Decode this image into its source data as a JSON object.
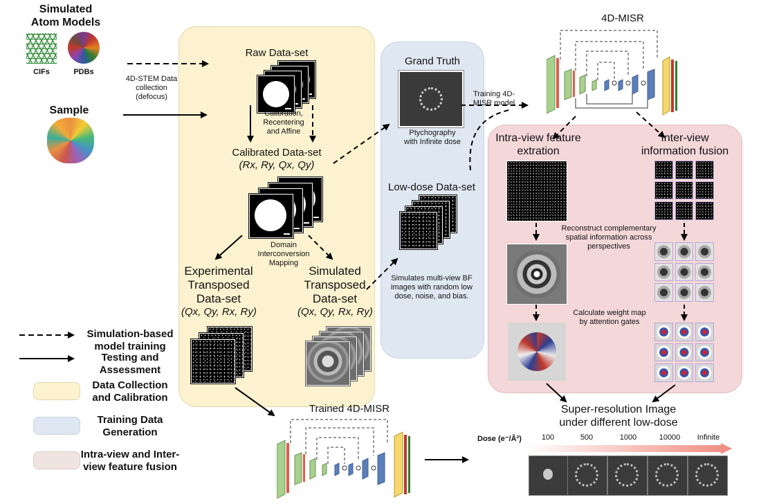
{
  "left": {
    "sim_title": "Simulated\nAtom Models",
    "cifs": "CIFs",
    "pdbs": "PDBs",
    "collection": "4D-STEM Data\ncollection\n(defocus)",
    "sample": "Sample"
  },
  "yellow": {
    "raw": "Raw Data-set",
    "calib_steps": "Calibration,\nRecentering\nand Affine",
    "calibrated": "Calibrated Data-set",
    "coords_rq": "(Rx, Ry, Qx, Qy)",
    "domain": "Domain\nInterconversion\nMapping",
    "experimental": "Experimental\nTransposed\nData-set",
    "simulated": "Simulated\nTransposed\nData-set",
    "coords_qr": "(Qx, Qy, Rx, Ry)"
  },
  "blue": {
    "grand_truth": "Grand Truth",
    "ptycho": "Ptychography\nwith Infinite dose",
    "lowdose": "Low-dose Data-set",
    "simulates": "Simulates multi-view BF\nimages with random low\ndose, noise, and bias."
  },
  "training_label": "Training 4D-\nMISR model",
  "top_net_title": "4D-MISR",
  "pink": {
    "intra": "Intra-view feature\nextration",
    "inter": "Inter-view\ninformation fusion",
    "reconstruct": "Reconstruct complementary\nspatial information across\nperspectives",
    "calc": "Calculate weight map\nby attention gates"
  },
  "super_res": "Super-resolution Image\nunder different low-dose",
  "trained_title": "Trained 4D-MISR",
  "dose": {
    "label": "Dose (e⁻/Å²)",
    "values": [
      "100",
      "500",
      "1000",
      "10000",
      "Infinite"
    ]
  },
  "legend": {
    "dashed": "Simulation-based\nmodel training",
    "solid": "Testing and\nAssessment",
    "yellow": "Data Collection\nand Calibration",
    "blue": "Training Data\nGeneration",
    "pink": "Intra-view and Inter-\nview feature fusion"
  },
  "colors": {
    "yellow_panel": "#fcf2cf",
    "blue_panel": "#dfe8f2",
    "pink_panel": "#f4d7d9",
    "dose_bar": "#f08a7e"
  }
}
